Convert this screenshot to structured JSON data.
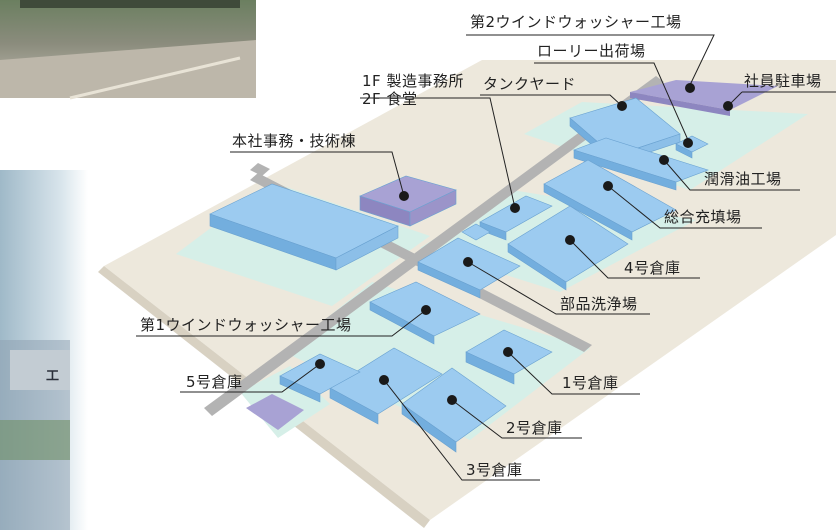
{
  "labels": {
    "wash2": "第2ウインドウォッシャー工場",
    "lorry": "ローリー出荷場",
    "parking": "社員駐車場",
    "office1f": "1F 製造事務所",
    "office2f": "2F 食堂",
    "tank": "タンクヤード",
    "hq": "本社事務・技術棟",
    "lube": "潤滑油工場",
    "filling": "総合充填場",
    "wh4": "4号倉庫",
    "parts": "部品洗浄場",
    "wash1": "第1ウインドウォッシャー工場",
    "wh5": "5号倉庫",
    "wh1": "1号倉庫",
    "wh2": "2号倉庫",
    "wh3": "3号倉庫"
  },
  "photo": {
    "sign_text": "工"
  },
  "colors": {
    "ground": "#ede8dc",
    "road": "#b3b3b3",
    "lot": "#d6efe8",
    "building_top": "#9ccbf0",
    "building_side": "#73aede",
    "purple_top": "#a8a2d4",
    "purple_side": "#8d86c0",
    "leader": "#222222"
  }
}
